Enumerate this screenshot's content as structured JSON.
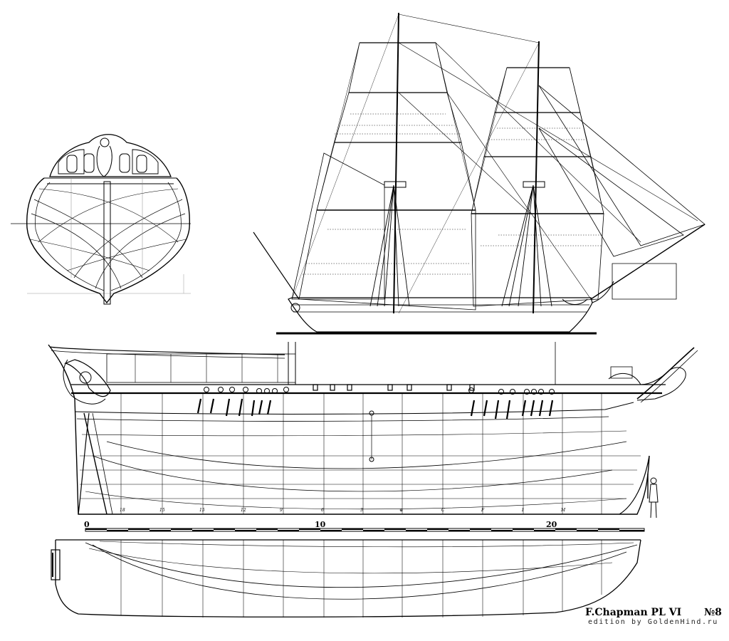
{
  "caption": {
    "title": "F.Chapman PL VI",
    "number": "№8"
  },
  "edition": "edition by GoldenHind.ru",
  "scale_bar": {
    "ticks": [
      "0",
      "10",
      "20"
    ]
  },
  "station_marks": [
    "18",
    "15",
    "15",
    "12",
    "9",
    "6",
    "3",
    "⊕",
    "C",
    "F",
    "I",
    "M"
  ]
}
